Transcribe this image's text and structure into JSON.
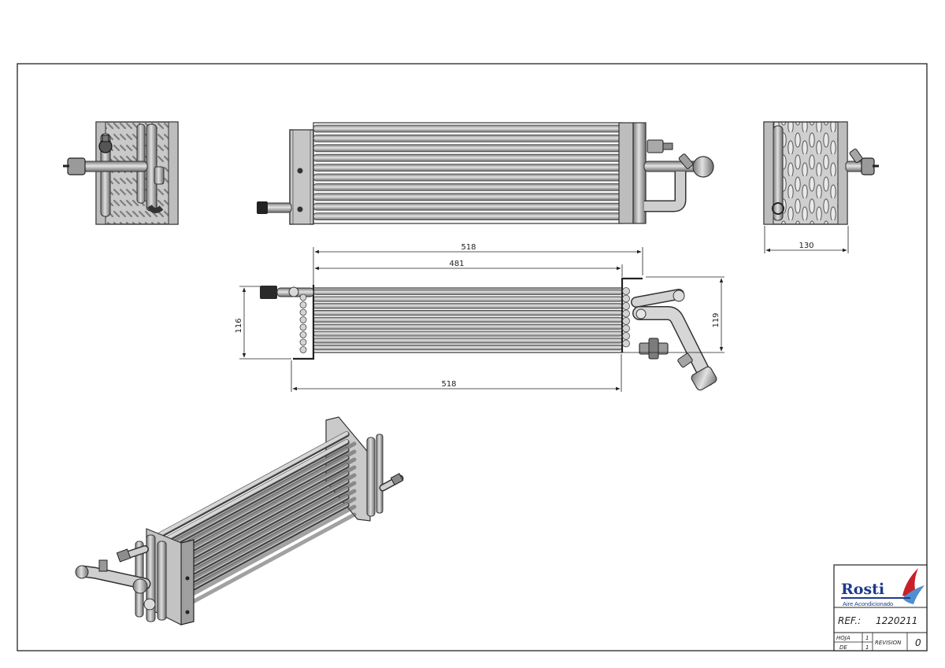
{
  "drawing": {
    "dimensions": {
      "top_overall": "518",
      "top_core": "481",
      "bottom_overall": "518",
      "left_height": "116",
      "right_height": "119",
      "side_width": "130"
    },
    "title_block": {
      "logo_name": "Rosti",
      "logo_tagline": "Aire Acondicionado",
      "ref_label": "REF.:",
      "ref_value": "1220211",
      "hoja_label": "HOJA",
      "hoja_value": "1",
      "de_label": "DE",
      "de_value": "1",
      "revision_label": "REVISION",
      "revision_value": "0"
    },
    "colors": {
      "tube_fill": "#b9b9b9",
      "tube_dark": "#6b6b6b",
      "panel_fill": "#cfcfcf",
      "line": "#333333",
      "logo_blue": "#1d3b8c",
      "logo_red": "#c8202a",
      "logo_light": "#4f8fd0"
    }
  }
}
